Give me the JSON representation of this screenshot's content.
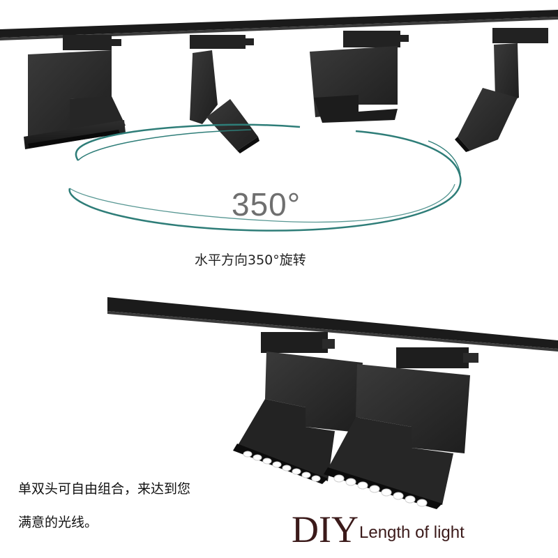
{
  "rotation": {
    "degree_label": "350°",
    "caption": "水平方向350°旋转"
  },
  "description": {
    "line1": "单双头可自由组合，来达到您",
    "line2": "满意的光线。"
  },
  "diy": {
    "title": "DIY",
    "subtitle": "Length of light"
  },
  "colors": {
    "track": "#1b1b1b",
    "fixture": "#2a2a2a",
    "arc": "#2e7d78",
    "led": "#ffffff"
  }
}
